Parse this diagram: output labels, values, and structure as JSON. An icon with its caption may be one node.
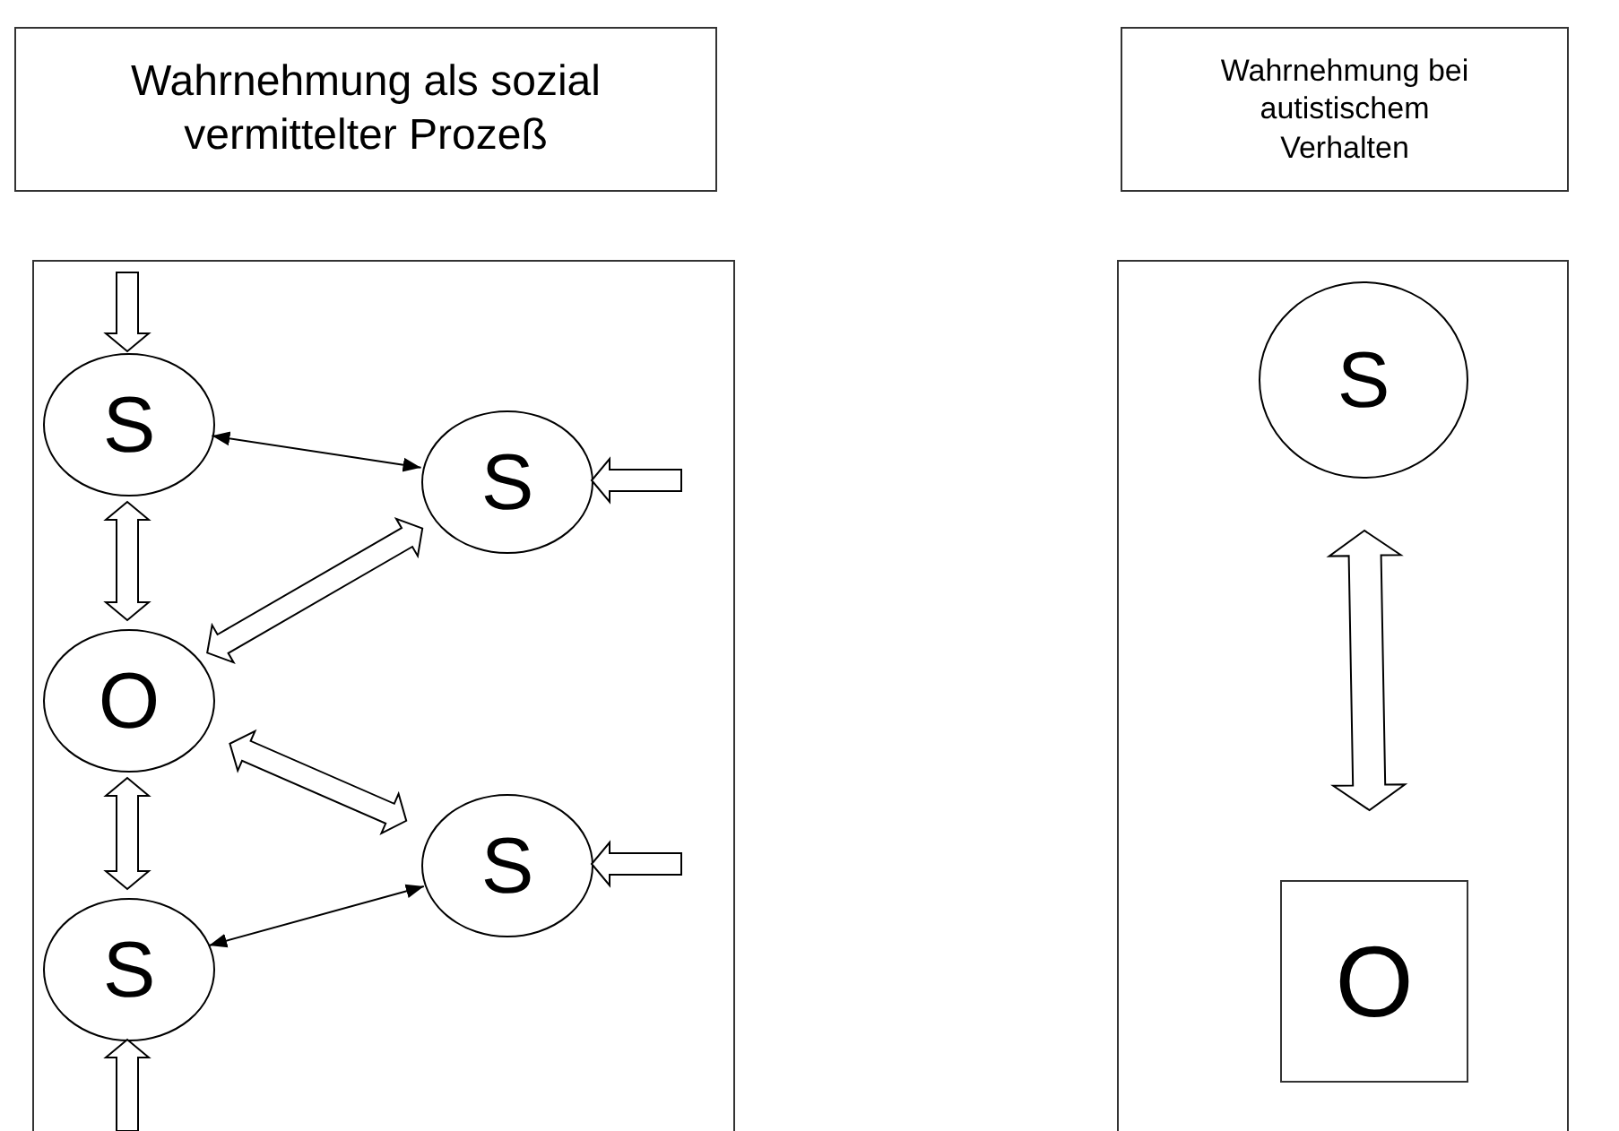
{
  "diagram": {
    "nodes": [
      {
        "text": [
          "Wahrnehmung als sozial vermittelter Prozeß"
        ]
      },
      {
        "text": [
          "Wahrnehmung bei autistischem Verhalten"
        ]
      },
      {
        "text": [],
        "shape": "box"
      },
      {
        "text": [
          "S"
        ],
        "in": 2
      },
      {
        "text": [
          "S"
        ],
        "in": 2
      },
      {
        "text": [
          "O"
        ],
        "in": 2
      },
      {
        "text": [
          "S"
        ],
        "in": 2
      },
      {
        "text": [
          "S"
        ],
        "in": 2
      },
      {
        "text": [],
        "shape": "box"
      },
      {
        "text": [
          "S"
        ],
        "in": 8
      },
      {
        "text": [
          "O"
        ],
        "in": 8
      }
    ],
    "edges": [
      {
        "from": null,
        "to": 3,
        "arrow": "to",
        "style": "thick"
      },
      {
        "from": 3,
        "to": 4,
        "arrow": "both"
      },
      {
        "from": null,
        "to": 4,
        "arrow": "to",
        "style": "thick"
      },
      {
        "from": 3,
        "to": 5,
        "arrow": "both",
        "style": "thick"
      },
      {
        "from": 5,
        "to": 4,
        "arrow": "both",
        "style": "thick"
      },
      {
        "from": 5,
        "to": 6,
        "arrow": "both",
        "style": "thick"
      },
      {
        "from": 5,
        "to": 7,
        "arrow": "both",
        "style": "thick"
      },
      {
        "from": 7,
        "to": 6,
        "arrow": "both"
      },
      {
        "from": null,
        "to": 6,
        "arrow": "to",
        "style": "thick"
      },
      {
        "from": null,
        "to": 7,
        "arrow": "to",
        "style": "thick"
      },
      {
        "from": 9,
        "to": 10,
        "arrow": "both",
        "style": "thick"
      }
    ]
  }
}
